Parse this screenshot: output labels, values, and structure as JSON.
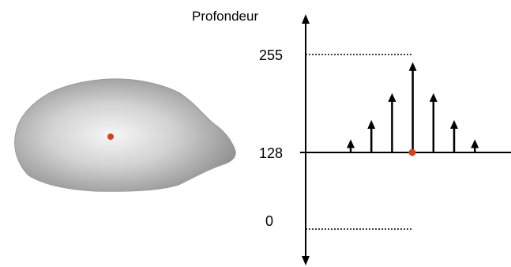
{
  "diagram": {
    "axis_title": "Profondeur",
    "ticks": [
      {
        "label": "255",
        "value": 255
      },
      {
        "label": "128",
        "value": 128
      },
      {
        "label": "0",
        "value": 0
      }
    ],
    "depth_values": [
      145,
      170,
      205,
      245,
      205,
      170,
      145
    ],
    "center_index": 3,
    "center_value": 128,
    "colors": {
      "axis": "#000000",
      "marker": "#cc4422",
      "blob_center": "#f4f4f4",
      "blob_edge": "#8c8c8c"
    }
  }
}
